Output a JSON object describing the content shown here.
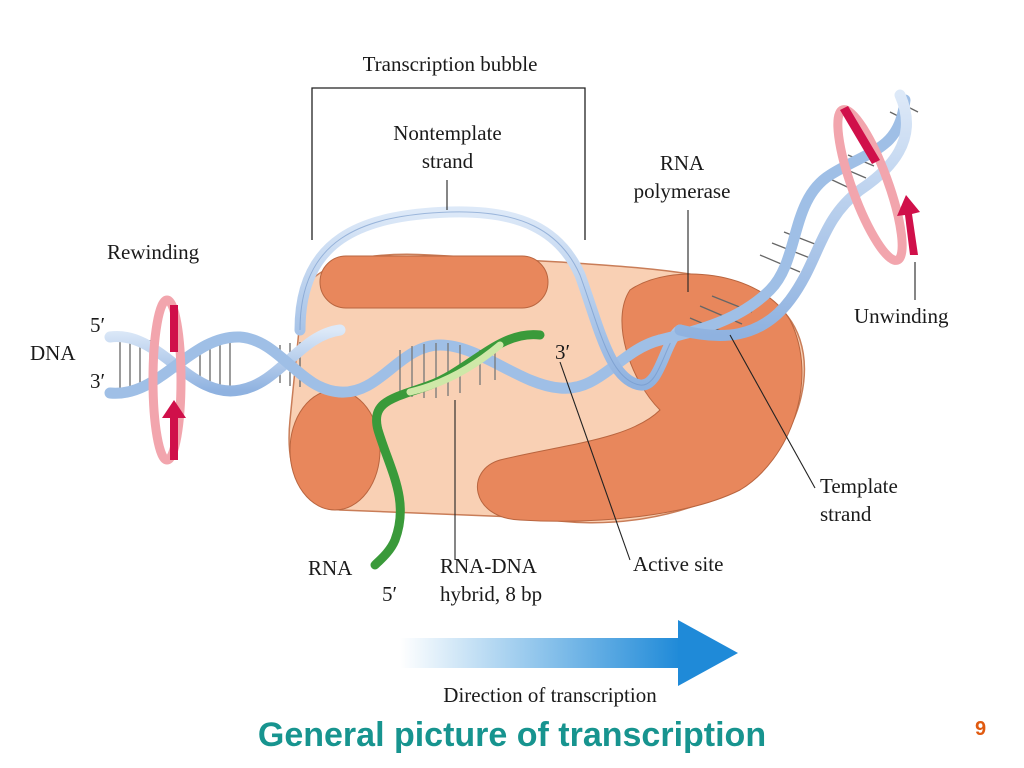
{
  "slide": {
    "title": "General picture of transcription",
    "page_number": "9"
  },
  "labels": {
    "transcription_bubble": "Transcription bubble",
    "nontemplate_line1": "Nontemplate",
    "nontemplate_line2": "strand",
    "rna_polymerase_line1": "RNA",
    "rna_polymerase_line2": "polymerase",
    "rewinding": "Rewinding",
    "unwinding": "Unwinding",
    "dna": "DNA",
    "dna_5prime": "5′",
    "dna_3prime": "3′",
    "rna_3prime": "3′",
    "rna_5prime": "5′",
    "rna": "RNA",
    "hybrid_line1": "RNA-DNA",
    "hybrid_line2": "hybrid, 8 bp",
    "active_site": "Active site",
    "template_line1": "Template",
    "template_line2": "strand",
    "direction": "Direction of transcription"
  },
  "colors": {
    "polymerase_body": "#f9d0b4",
    "polymerase_domain": "#e8875c",
    "dna_strand": "#a9c6ea",
    "rna_strand": "#3a9a3a",
    "hybrid_pairs": "#cfe8a8",
    "rotation_arrow": "#d0104a",
    "direction_arrow": "#1f8ad8",
    "title": "#17948f",
    "page_number": "#e05a10"
  }
}
